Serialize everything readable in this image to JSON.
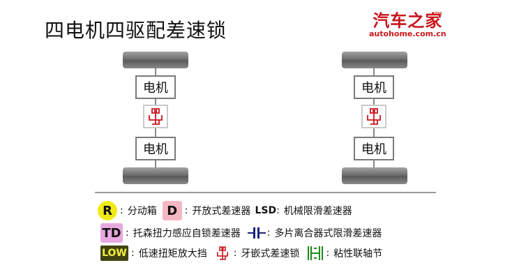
{
  "title": "四电机四驱配差速锁",
  "logo": {
    "cn": "汽车之家",
    "en": "autohome.com.cn",
    "tm": "TM"
  },
  "diagram": {
    "motor_label": "电机",
    "component_icon": "locking-diff-icon",
    "colors": {
      "lock": "#c8161d",
      "tire": "#6e6e6e",
      "motor_border": "#7a7a7a"
    }
  },
  "legend": {
    "r": {
      "badge": "R",
      "text": "分动箱"
    },
    "d": {
      "badge": "D",
      "text": "开放式差速器"
    },
    "lsd": {
      "badge": "LSD",
      "text": "机械限滑差速器"
    },
    "td": {
      "badge": "TD",
      "text": "托森扭力感应自锁差速器"
    },
    "clutch": {
      "icon": "clutch-plates-icon",
      "text": "多片离合器式限滑差速器"
    },
    "low": {
      "badge": "LOW",
      "text": "低速扭矩放大挡"
    },
    "lock": {
      "icon": "locking-diff-icon",
      "text": "牙嵌式差速锁"
    },
    "coupling": {
      "icon": "viscous-coupling-icon",
      "text": "粘性联轴节"
    },
    "colors": {
      "r": "#f0ea18",
      "d": "#f4b8c2",
      "td": "#e8a8e0",
      "low_bg": "#40420f",
      "low_fg": "#f2ef40",
      "coupling": "#1a8a1a"
    }
  }
}
